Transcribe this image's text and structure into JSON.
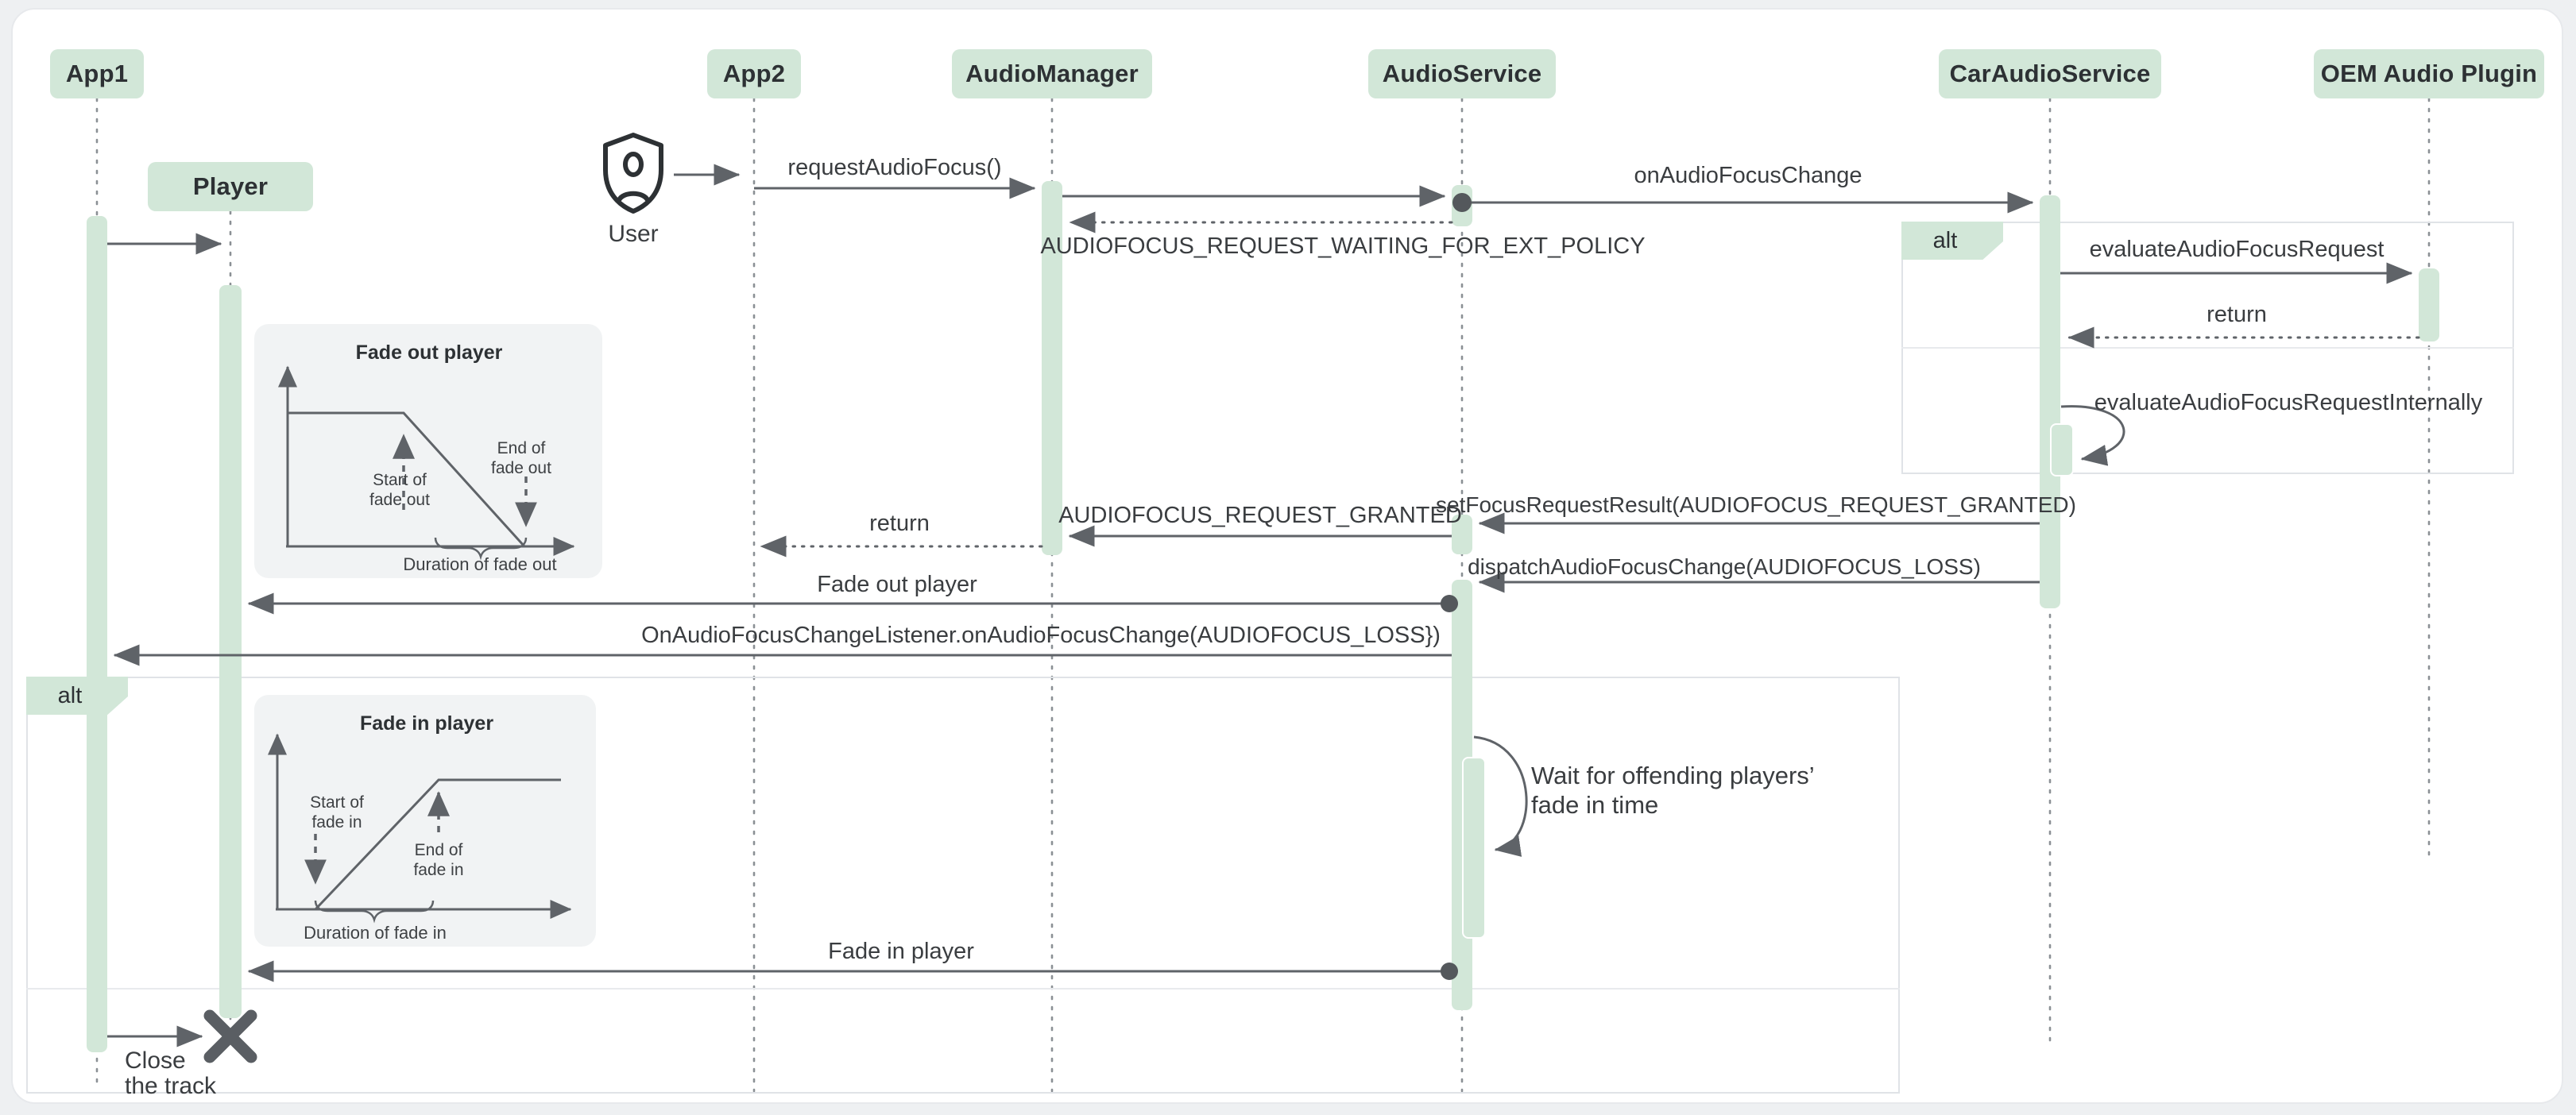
{
  "app": {
    "kind": "UML sequence diagram",
    "topic": "Android car audio focus with fade in/out"
  },
  "participants": {
    "app1": "App1",
    "player": "Player",
    "app2": "App2",
    "audio_manager": "AudioManager",
    "audio_service": "AudioService",
    "car_audio_service": "CarAudioService",
    "oem_audio_plugin": "OEM Audio Plugin"
  },
  "actor": {
    "label": "User"
  },
  "alt_blocks": {
    "right_label": "alt",
    "left_label": "alt"
  },
  "messages": {
    "request_audio_focus": "requestAudioFocus()",
    "on_audio_focus_change": "onAudioFocusChange",
    "waiting_ext_policy": "AUDIOFOCUS_REQUEST_WAITING_FOR_EXT_POLICY",
    "evaluate_request": "evaluateAudioFocusRequest",
    "evaluate_return": "return",
    "evaluate_internally": "evaluateAudioFocusRequestInternally",
    "set_focus_result": "setFocusRequestResult(AUDIOFOCUS_REQUEST_GRANTED)",
    "request_granted": "AUDIOFOCUS_REQUEST_GRANTED",
    "manager_return": "return",
    "dispatch_change": "dispatchAudioFocusChange(AUDIOFOCUS_LOSS)",
    "fade_out_player": "Fade out player",
    "listener_callback": "OnAudioFocusChangeListener.onAudioFocusChange(AUDIOFOCUS_LOSS})",
    "fade_in_player": "Fade in player"
  },
  "notes": {
    "wait_line1": "Wait for offending players’",
    "wait_line2": "fade in time",
    "close_line1": "Close",
    "close_line2": "the track"
  },
  "insets": {
    "fade_out": {
      "title": "Fade out player",
      "start_line1": "Start of",
      "start_line2": "fade out",
      "end_line1": "End of",
      "end_line2": "fade out",
      "duration": "Duration of fade out",
      "chart": {
        "type": "line",
        "shape": "volume holds high then ramps linearly down to zero",
        "axes": "unlabeled volume vs time"
      }
    },
    "fade_in": {
      "title": "Fade in player",
      "start_line1": "Start of",
      "start_line2": "fade in",
      "end_line1": "End of",
      "end_line2": "fade in",
      "duration": "Duration of fade in",
      "chart": {
        "type": "line",
        "shape": "volume ramps linearly up from zero then holds high",
        "axes": "unlabeled volume vs time"
      }
    }
  },
  "colors": {
    "accent_green": "#d2e7d8",
    "line_gray": "#5f6368",
    "text": "#3c4043",
    "panel_gray": "#f1f3f4",
    "card_border": "#e7e9ec"
  }
}
